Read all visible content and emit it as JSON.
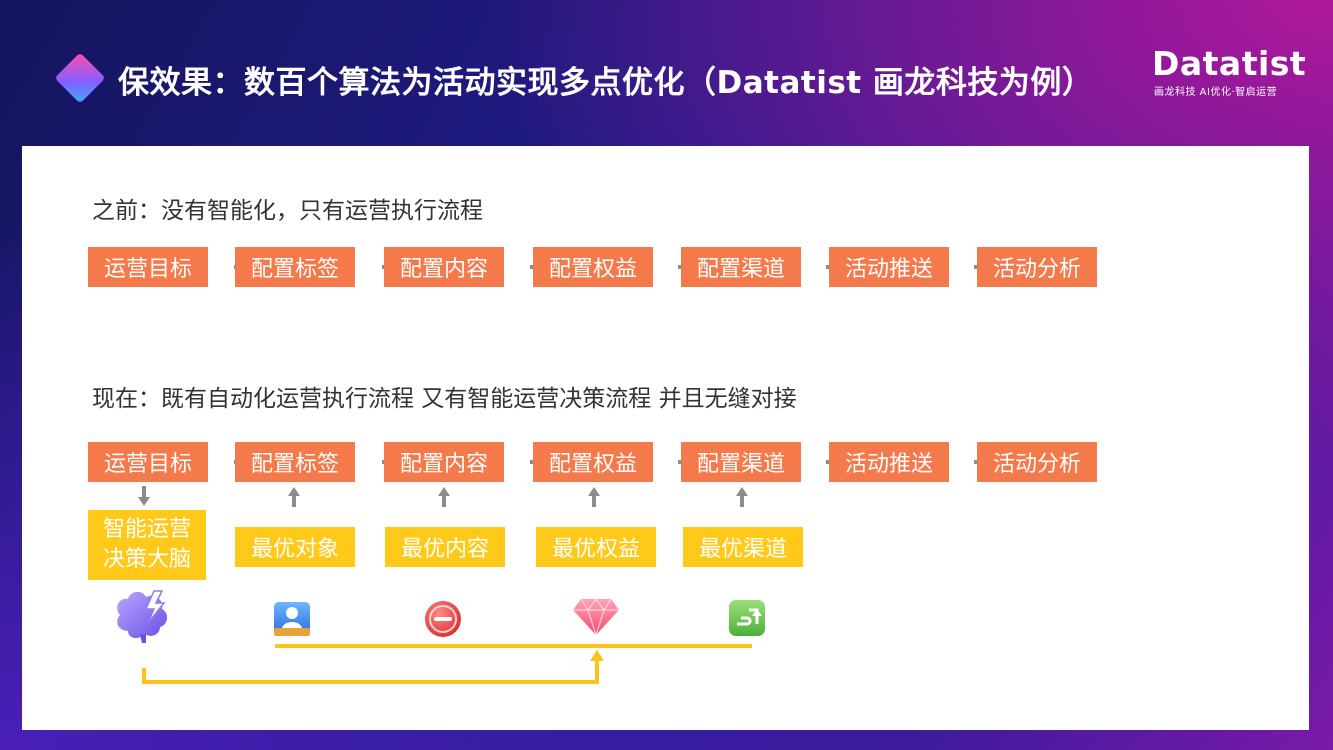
{
  "slide": {
    "title": "保效果：数百个算法为活动实现多点优化（Datatist 画龙科技为例）",
    "logo": {
      "name": "Datatist",
      "tagline": "画龙科技 AI优化·智启运营"
    }
  },
  "before": {
    "heading": "之前：没有智能化，只有运营执行流程",
    "steps": [
      "运营目标",
      "配置标签",
      "配置内容",
      "配置权益",
      "配置渠道",
      "活动推送",
      "活动分析"
    ]
  },
  "now": {
    "heading": "现在：既有自动化运营执行流程 又有智能运营决策流程 并且无缝对接",
    "steps": [
      "运营目标",
      "配置标签",
      "配置内容",
      "配置权益",
      "配置渠道",
      "活动推送",
      "活动分析"
    ],
    "brain_line1": "智能运营",
    "brain_line2": "决策大脑",
    "optimizers": [
      "最优对象",
      "最优内容",
      "最优权益",
      "最优渠道"
    ],
    "icons": [
      "brain-icon",
      "user-profile-icon",
      "content-icon",
      "diamond-icon",
      "channel-icon"
    ]
  },
  "colors": {
    "step_box": "#f57a4b",
    "optimizer_box": "#ffc91a",
    "connector": "#ffc21a",
    "arrow": "#8c8c8c"
  }
}
